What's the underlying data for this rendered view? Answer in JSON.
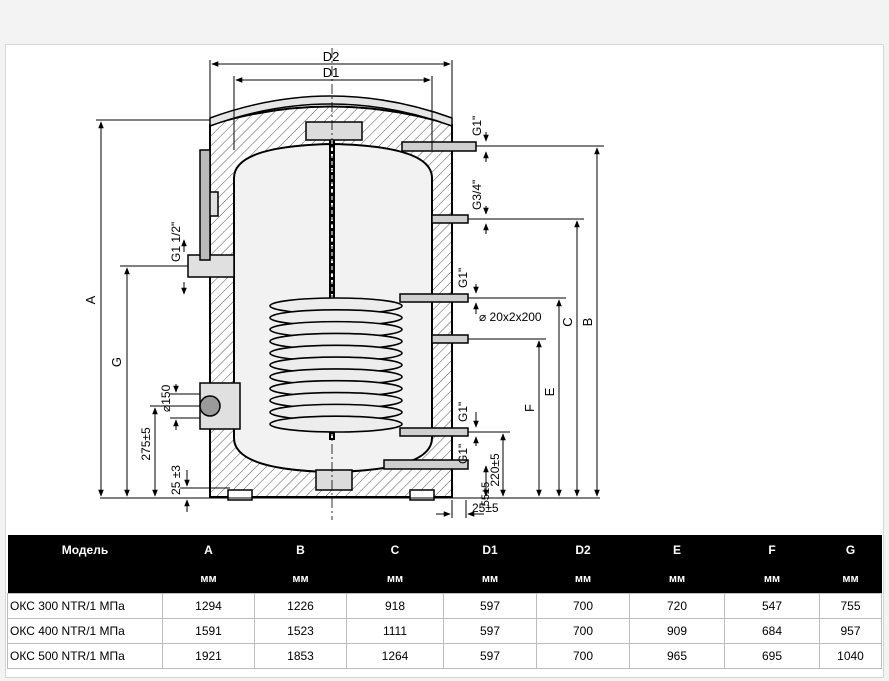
{
  "diagram": {
    "labels": {
      "D2": "D2",
      "D1": "D1",
      "A": "A",
      "B": "B",
      "C": "C",
      "E": "E",
      "F": "F",
      "G": "G",
      "g1_top": "G1\"",
      "g34": "G3/4\"",
      "g1_coil_top": "G1\"",
      "coil_spec": "⌀ 20x2x200",
      "g1_coil_bottom": "G1\"",
      "g1_bottom": "G1\"",
      "g1_half": "G1 1/2\"",
      "flange_dia": "⌀150",
      "d275": "275±5",
      "d25": "25 ±3",
      "d220": "220±5",
      "d55": "55±5",
      "d25_bottom": "25±5"
    },
    "colors": {
      "line": "#000000",
      "hatch": "#555555",
      "tank_fill": "#f2f2f2",
      "coil_fill": "#ededed"
    }
  },
  "table": {
    "model_header": "Модель",
    "columns": [
      "A",
      "B",
      "C",
      "D1",
      "D2",
      "E",
      "F",
      "G"
    ],
    "unit": "мм",
    "rows": [
      {
        "model": "ОКС   300 NTR/1 МПа",
        "values": [
          "1294",
          "1226",
          "918",
          "597",
          "700",
          "720",
          "547",
          "755"
        ]
      },
      {
        "model": "ОКС   400 NTR/1 МПа",
        "values": [
          "1591",
          "1523",
          "1111",
          "597",
          "700",
          "909",
          "684",
          "957"
        ]
      },
      {
        "model": "ОКС   500 NTR/1 МПа",
        "values": [
          "1921",
          "1853",
          "1264",
          "597",
          "700",
          "965",
          "695",
          "1040"
        ]
      }
    ]
  }
}
